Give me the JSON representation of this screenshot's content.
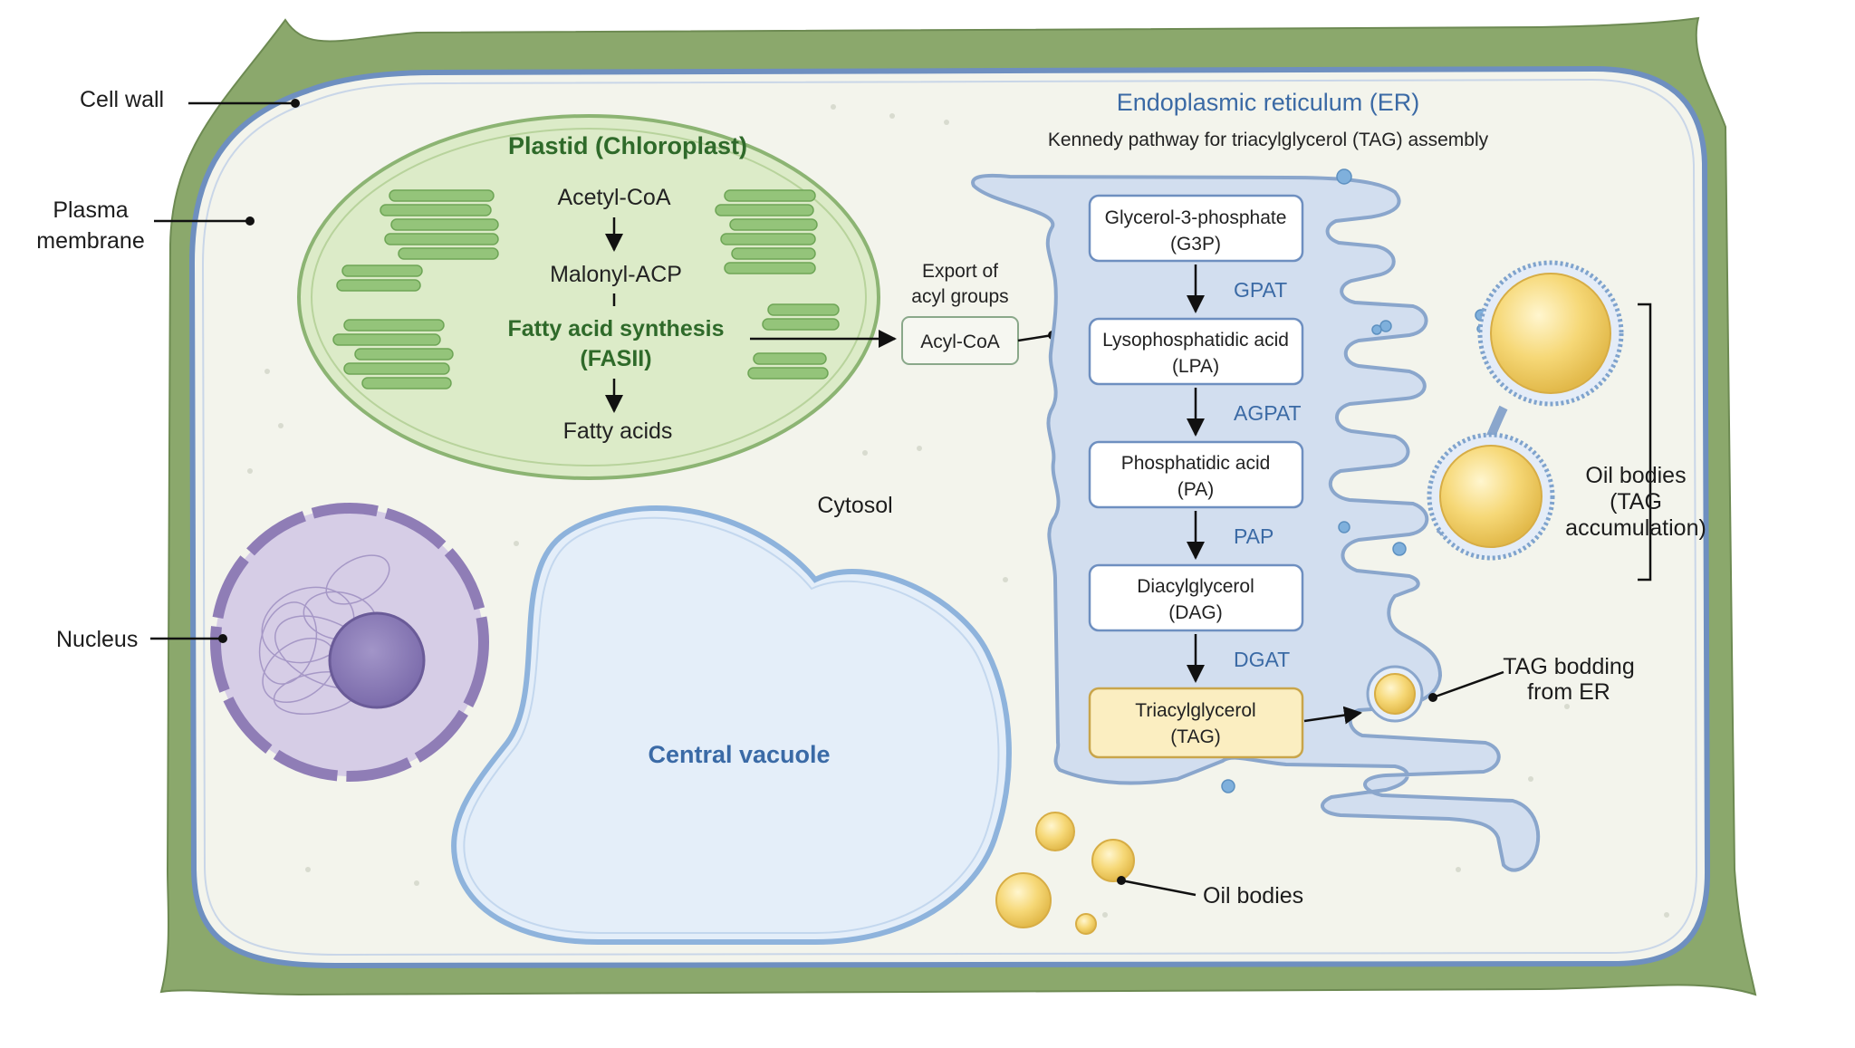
{
  "labels": {
    "cell_wall": "Cell wall",
    "plasma_membrane_1": "Plasma",
    "plasma_membrane_2": "membrane",
    "nucleus": "Nucleus",
    "cytosol": "Cytosol",
    "central_vacuole": "Central vacuole",
    "oil_bodies_bottom": "Oil bodies",
    "oil_bodies_right_1": "Oil bodies",
    "oil_bodies_right_2": "(TAG",
    "oil_bodies_right_3": "accumulation)",
    "tag_budding_1": "TAG bodding",
    "tag_budding_2": "from ER",
    "export_1": "Export of",
    "export_2": "acyl groups",
    "acyl_coa": "Acyl-CoA"
  },
  "plastid": {
    "title": "Plastid (Chloroplast)",
    "acetyl_coa": "Acetyl-CoA",
    "malonyl_acp": "Malonyl-ACP",
    "fas_1": "Fatty acid synthesis",
    "fas_2": "(FASII)",
    "fatty_acids": "Fatty acids"
  },
  "er": {
    "title": "Endoplasmic reticulum (ER)",
    "subtitle": "Kennedy pathway for triacylglycerol (TAG) assembly",
    "steps": [
      {
        "line1": "Glycerol-3-phosphate",
        "line2": "(G3P)"
      },
      {
        "line1": "Lysophosphatidic acid",
        "line2": "(LPA)"
      },
      {
        "line1": "Phosphatidic acid",
        "line2": "(PA)"
      },
      {
        "line1": "Diacylglycerol",
        "line2": "(DAG)"
      },
      {
        "line1": "Triacylglycerol",
        "line2": "(TAG)"
      }
    ],
    "enzymes": [
      "GPAT",
      "AGPAT",
      "PAP",
      "DGAT"
    ]
  },
  "colors": {
    "cell_wall": "#8ba86c",
    "cytosol": "#f3f4ec",
    "plasma_membrane": "#6e8fc0",
    "plastid_fill": "#dcebc8",
    "thylakoid": "#8cc070",
    "nucleus": "#d6cde6",
    "nucleolus": "#8677b2",
    "vacuole": "#e4eef9",
    "er_fill": "#d2deef",
    "er_stroke": "#8aa6cc",
    "tag_box": "#fbeec1",
    "oil_body": "#f5d672",
    "enzyme_text": "#3b6aa5"
  }
}
